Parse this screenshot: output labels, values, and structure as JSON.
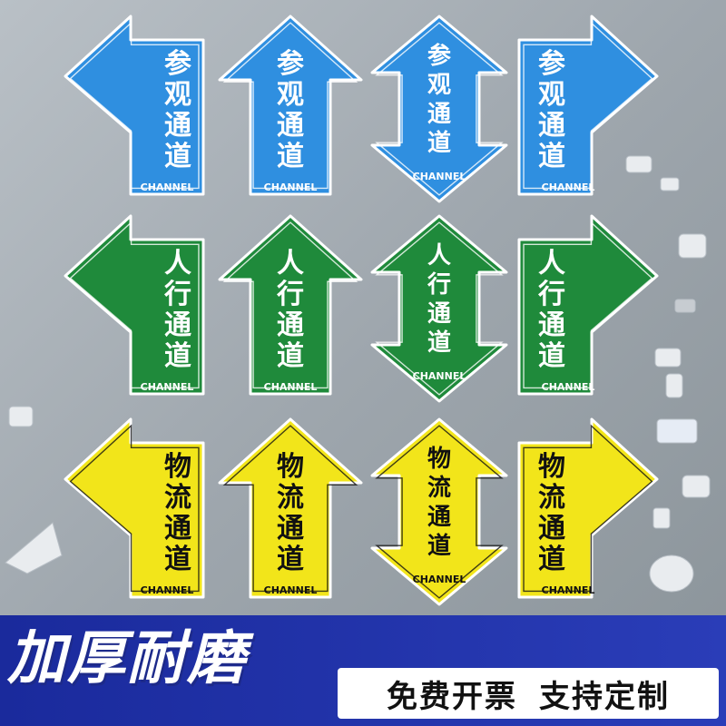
{
  "rows": [
    {
      "color": "#2f8fe0",
      "text_color": "#ffffff",
      "label_chars": [
        "参",
        "观",
        "通",
        "道"
      ],
      "channel": "CHANNEL"
    },
    {
      "color": "#1f8a3b",
      "text_color": "#ffffff",
      "label_chars": [
        "人",
        "行",
        "通",
        "道"
      ],
      "channel": "CHANNEL"
    },
    {
      "color": "#f2e51a",
      "text_color": "#111111",
      "label_chars": [
        "物",
        "流",
        "通",
        "道"
      ],
      "channel": "CHANNEL"
    }
  ],
  "sign_directions": [
    "left",
    "up",
    "updown",
    "right"
  ],
  "banner": {
    "title": "加厚耐磨",
    "sub_left": "免费开票",
    "sub_right": "支持定制",
    "bg_color": "#1a2a9c"
  }
}
